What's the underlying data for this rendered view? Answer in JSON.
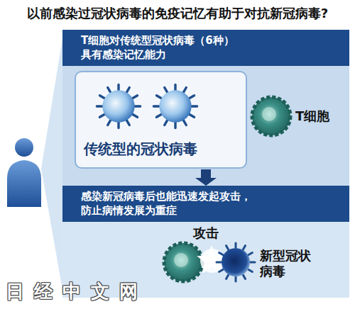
{
  "diagram": {
    "title": "以前感染过冠状病毒的免疫记忆有助于对抗新冠病毒?",
    "nodes": [
      {
        "text": [
          "T细胞对传统型冠状病毒（6种） 具有感染记忆能力"
        ]
      },
      {
        "text": [
          "传统型的冠状病毒"
        ]
      },
      {
        "text": [
          "感染新冠病毒后也能迅速发起攻击， 防止病情发展为重症"
        ]
      }
    ],
    "edges": [
      {
        "from": 1,
        "to": 2,
        "arrow": "to"
      }
    ],
    "labels": [
      "T细胞",
      "攻击",
      "新型冠状病毒",
      "日经中文网"
    ]
  }
}
